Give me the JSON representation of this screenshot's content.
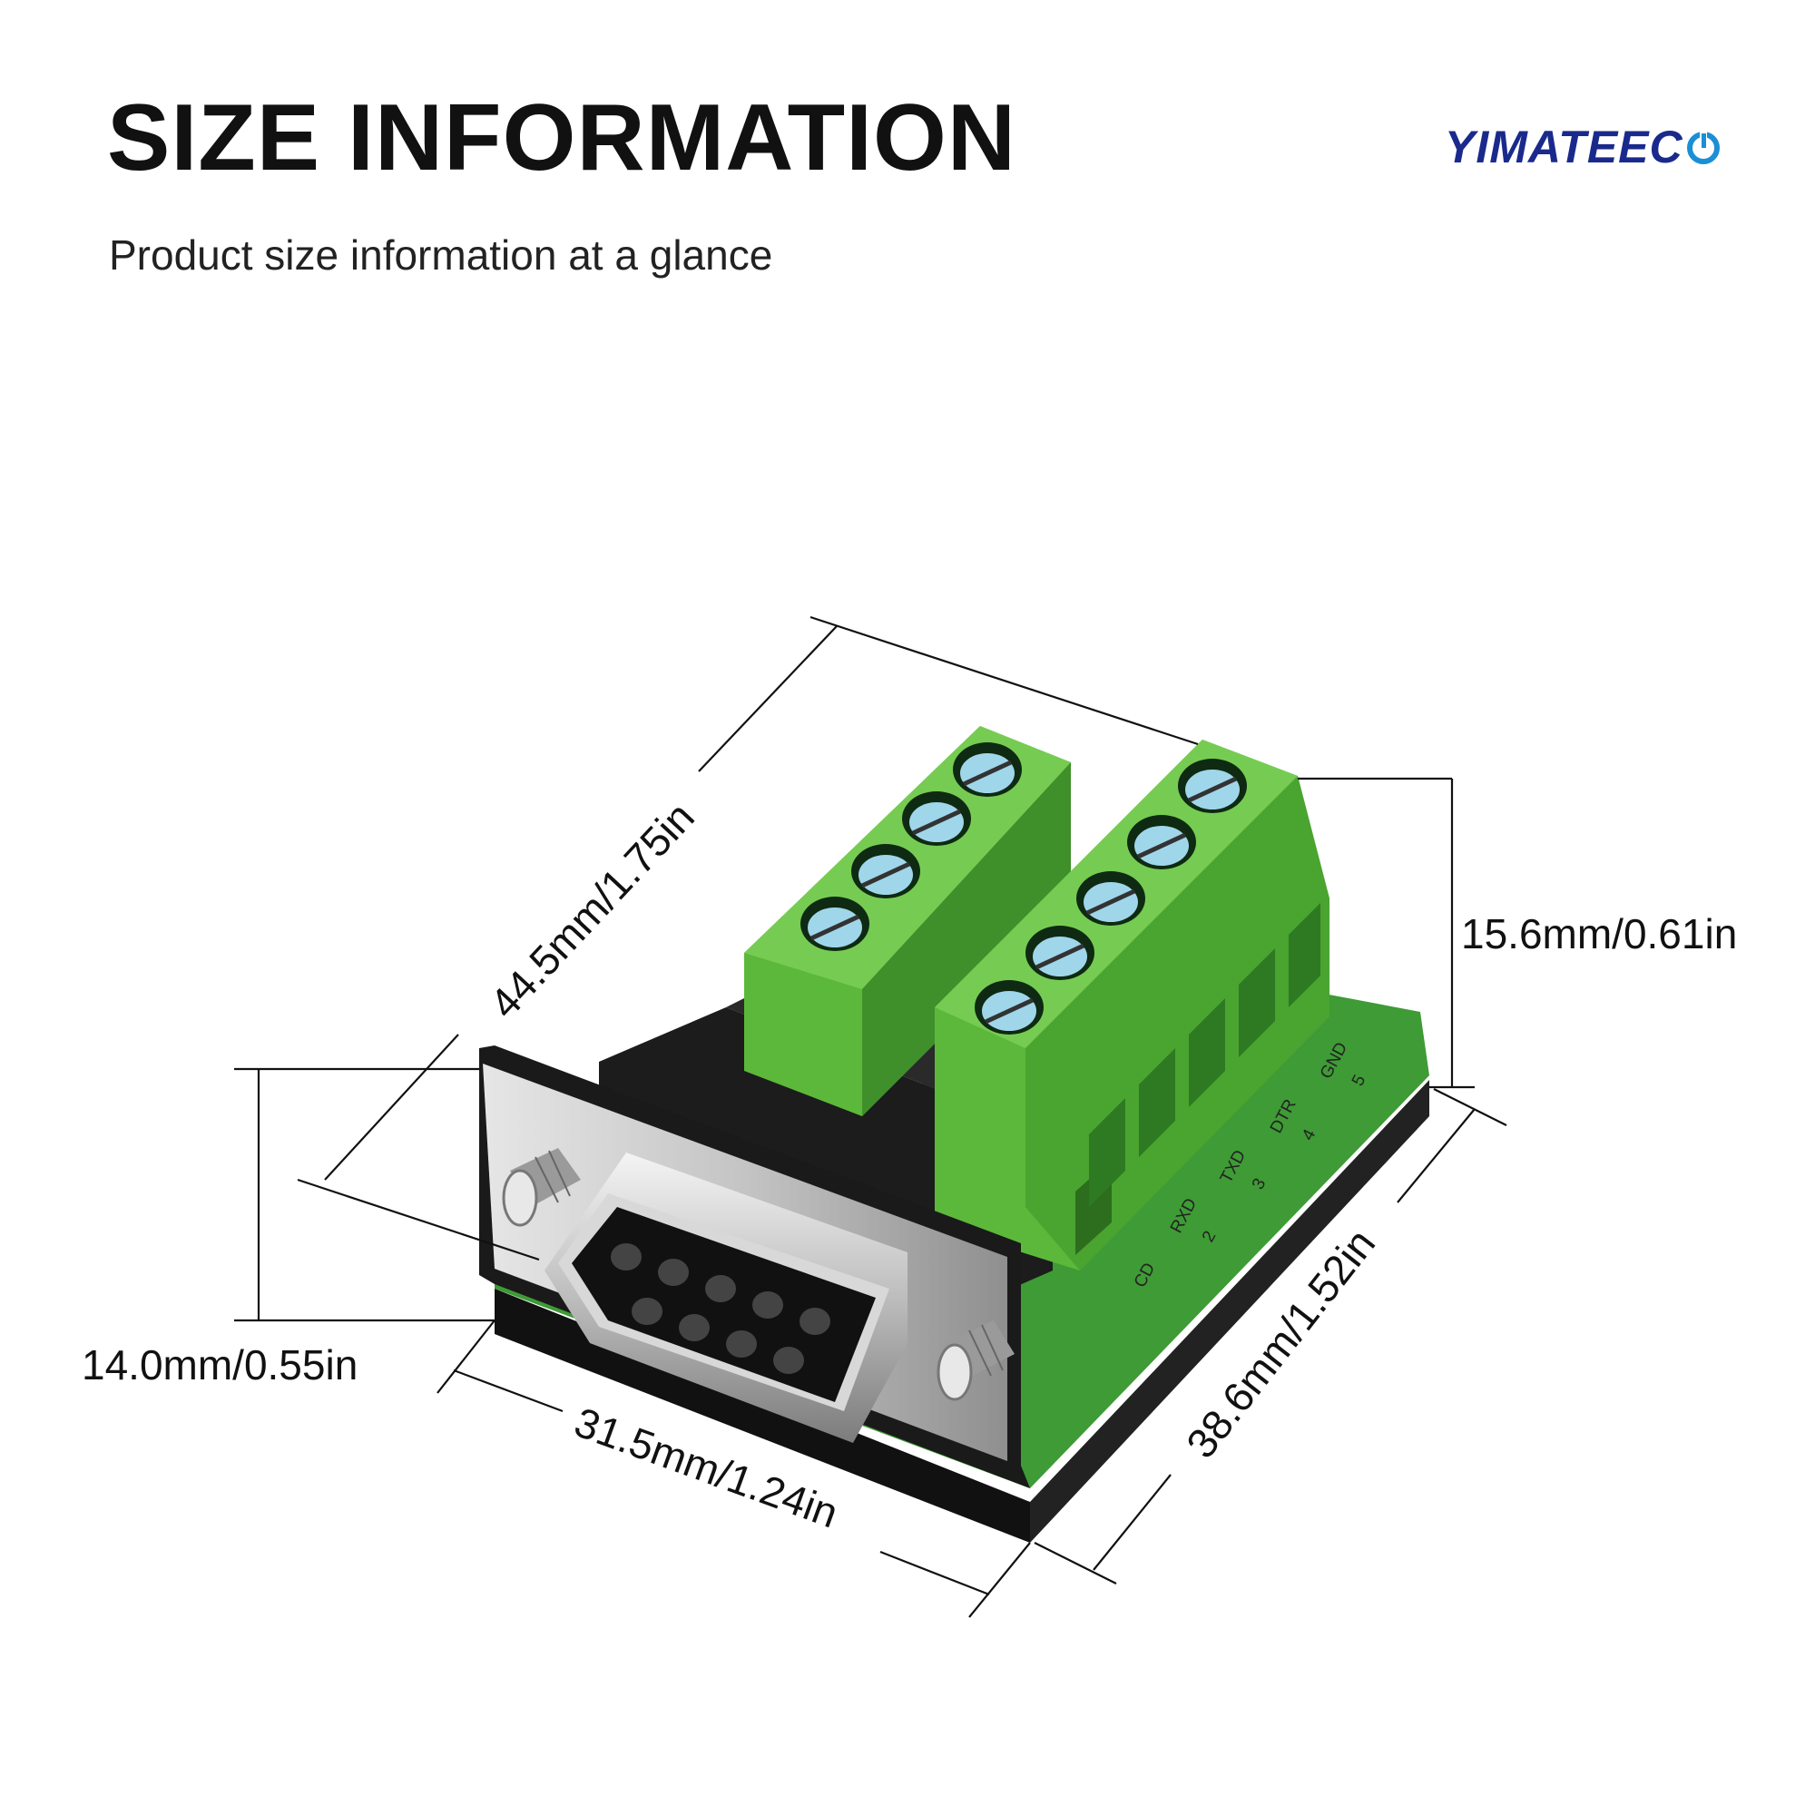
{
  "header": {
    "title": "SIZE INFORMATION",
    "subtitle": "Product size information at a glance"
  },
  "brand": {
    "name": "YIMATEEC",
    "color": "#1a2a8c",
    "icon": "power-icon"
  },
  "dimensions": {
    "length": "44.5mm/1.75in",
    "height_terminal": "15.6mm/0.61in",
    "height_body": "14.0mm/0.55in",
    "width_front": "31.5mm/1.24in",
    "depth": "38.6mm/1.52in"
  },
  "pcb_labels": [
    {
      "name": "CD",
      "num": ""
    },
    {
      "name": "RXD",
      "num": "2"
    },
    {
      "name": "TXD",
      "num": "3"
    },
    {
      "name": "DTR",
      "num": "4"
    },
    {
      "name": "GND",
      "num": "5"
    }
  ],
  "colors": {
    "terminal_green": "#5cb83a",
    "pcb_green": "#3e9b35",
    "screw_blue": "#9fd6ea",
    "metal": "#c9c9c9",
    "housing_black": "#1c1c1c"
  }
}
